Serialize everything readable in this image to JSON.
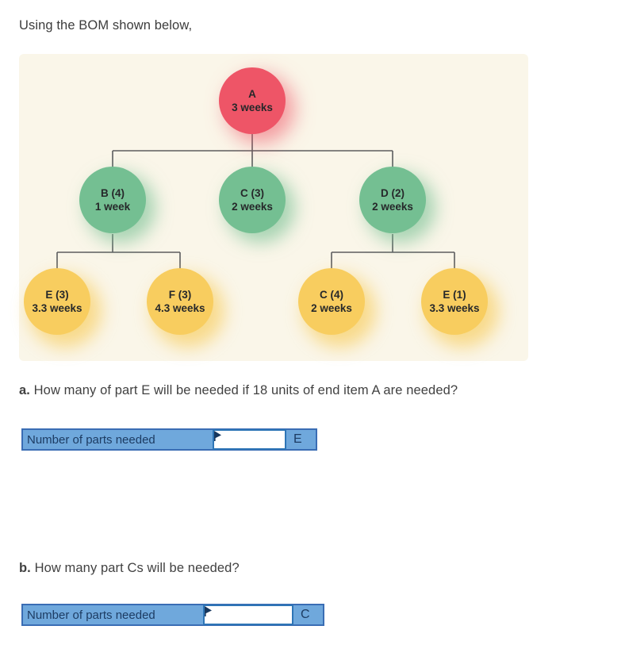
{
  "intro": "Using the BOM shown below,",
  "bom": {
    "nodes": [
      {
        "name": "A",
        "label": "A",
        "duration": "3 weeks",
        "color": "#ee5567"
      },
      {
        "name": "B-under-A",
        "label": "B (4)",
        "duration": "1 week",
        "color": "#74bf92"
      },
      {
        "name": "C-under-A",
        "label": "C (3)",
        "duration": "2 weeks",
        "color": "#74bf92"
      },
      {
        "name": "D-under-A",
        "label": "D (2)",
        "duration": "2 weeks",
        "color": "#74bf92"
      },
      {
        "name": "E-under-B",
        "label": "E (3)",
        "duration": "3.3 weeks",
        "color": "#f8cd5f"
      },
      {
        "name": "F-under-B",
        "label": "F (3)",
        "duration": "4.3 weeks",
        "color": "#f8cd5f"
      },
      {
        "name": "C-under-D",
        "label": "C (4)",
        "duration": "2 weeks",
        "color": "#f8cd5f"
      },
      {
        "name": "E-under-D",
        "label": "E (1)",
        "duration": "3.3 weeks",
        "color": "#f8cd5f"
      }
    ]
  },
  "questions": [
    {
      "prefix": "a.",
      "text": "How many of part E will be needed if 18 units of end item A are needed?",
      "row_label": "Number of parts needed",
      "input_value": "",
      "unit": "E"
    },
    {
      "prefix": "b.",
      "text": "How many part Cs will be needed?",
      "row_label": "Number of parts needed",
      "input_value": "",
      "unit": "C"
    }
  ],
  "colors": {
    "panel_background": "#faf6e9",
    "answer_bar_fill": "#6fa8dc",
    "answer_bar_border": "#3a6db4",
    "input_border": "#2e75b6",
    "flag": "#17375e",
    "connector_line": "#5c5d5f"
  }
}
